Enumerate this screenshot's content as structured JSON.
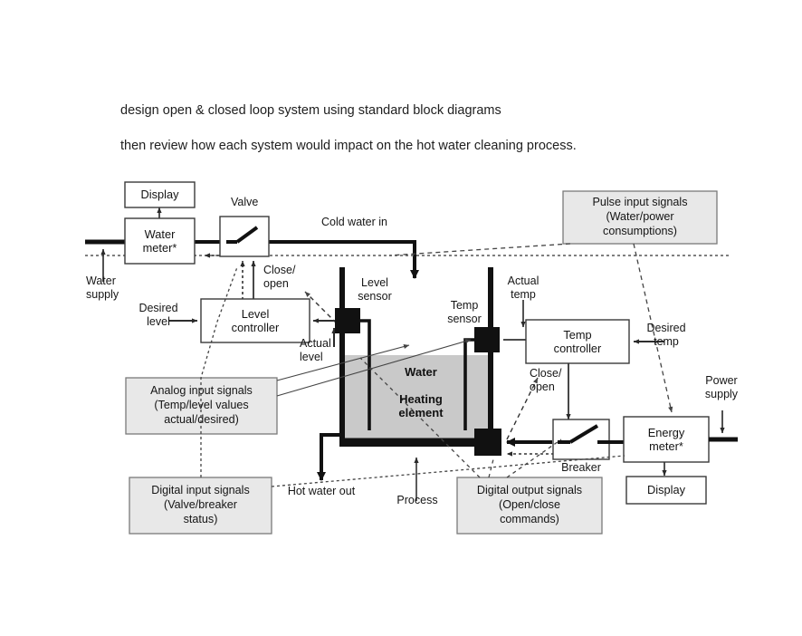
{
  "document": {
    "prose": [
      "design open & closed loop system using standard block diagrams",
      "then review how each system would impact on the hot water cleaning process."
    ]
  },
  "diagram": {
    "title": "Hot water system block diagram",
    "colors": {
      "line": "#111111",
      "water_fill": "#c9c9c9",
      "note_fill": "#e8e8e8",
      "note_border": "#7a7a7a",
      "box_border": "#3a3a3a",
      "page_background": "#ffffff"
    },
    "blocks": [
      {
        "id": "display_top",
        "label": "Display"
      },
      {
        "id": "water_meter",
        "label": "Water\nmeter*"
      },
      {
        "id": "level_controller",
        "label": "Level\ncontroller"
      },
      {
        "id": "temp_controller",
        "label": "Temp\ncontroller"
      },
      {
        "id": "energy_meter",
        "label": "Energy\nmeter*"
      },
      {
        "id": "display_bottom",
        "label": "Display"
      }
    ],
    "block_labels": {
      "display_top": "Display",
      "water_meter_line1": "Water",
      "water_meter_line2": "meter*",
      "level_controller_line1": "Level",
      "level_controller_line2": "controller",
      "temp_controller_line1": "Temp",
      "temp_controller_line2": "controller",
      "energy_meter_line1": "Energy",
      "energy_meter_line2": "meter*",
      "display_bottom": "Display"
    },
    "symbols": [
      {
        "id": "valve",
        "type": "switch",
        "label": "Valve"
      },
      {
        "id": "breaker",
        "type": "switch",
        "label": "Breaker"
      }
    ],
    "symbol_labels": {
      "valve": "Valve",
      "breaker": "Breaker"
    },
    "tank": {
      "water_label": "Water",
      "heating_element_label": "Heating\nelement",
      "heating_element_line1": "Heating",
      "heating_element_line2": "element"
    },
    "annotations": {
      "water_supply": "Water\nsupply",
      "water_supply_line1": "Water",
      "water_supply_line2": "supply",
      "cold_water_in": "Cold water in",
      "close_open_left_line1": "Close/",
      "close_open_left_line2": "open",
      "close_open_right_line1": "Close/",
      "close_open_right_line2": "open",
      "desired_level_line1": "Desired",
      "desired_level_line2": "level",
      "desired_temp_line1": "Desired",
      "desired_temp_line2": "temp",
      "actual_level_line1": "Actual",
      "actual_level_line2": "level",
      "actual_temp_line1": "Actual",
      "actual_temp_line2": "temp",
      "level_sensor_line1": "Level",
      "level_sensor_line2": "sensor",
      "temp_sensor_line1": "Temp",
      "temp_sensor_line2": "sensor",
      "power_supply_line1": "Power",
      "power_supply_line2": "supply",
      "hot_water_out": "Hot water out",
      "process": "Process"
    },
    "notes": [
      {
        "id": "pulse_input",
        "lines": [
          "Pulse input signals",
          "(Water/power",
          "consumptions)"
        ]
      },
      {
        "id": "analog_input",
        "lines": [
          "Analog input signals",
          "(Temp/level values",
          "actual/desired)"
        ]
      },
      {
        "id": "digital_input",
        "lines": [
          "Digital input signals",
          "(Valve/breaker",
          "status)"
        ]
      },
      {
        "id": "digital_output",
        "lines": [
          "Digital output signals",
          "(Open/close",
          "commands)"
        ]
      }
    ]
  }
}
